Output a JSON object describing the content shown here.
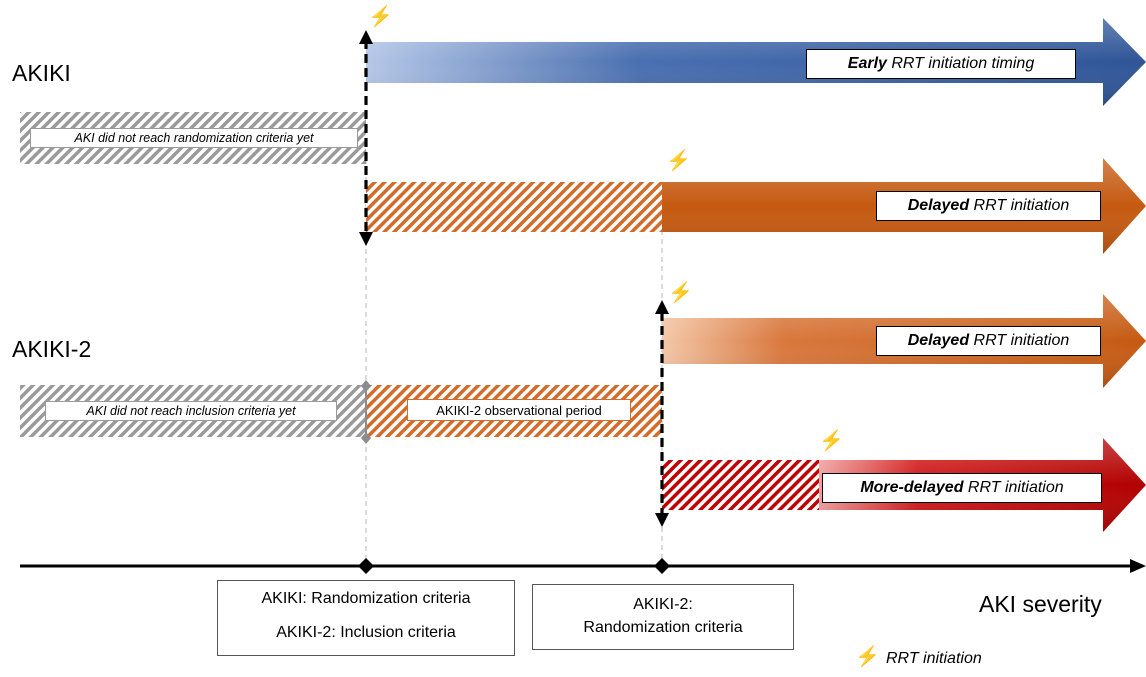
{
  "rows": {
    "akiki": "AKIKI",
    "akiki2": "AKIKI-2"
  },
  "arrows": {
    "early": {
      "bold": "Early",
      "rest": " RRT initiation timing",
      "color": "#2f5597"
    },
    "delayed1": {
      "bold": "Delayed",
      "rest": " RRT initiation",
      "color": "#c55a11"
    },
    "delayed2": {
      "bold": "Delayed",
      "rest": " RRT initiation",
      "color": "#c55a11"
    },
    "more_delayed": {
      "bold": "More-delayed",
      "rest": " RRT initiation",
      "color": "#c00000"
    }
  },
  "gray_boxes": {
    "akiki": "AKI did not reach randomization criteria yet",
    "akiki2": "AKI did not reach inclusion criteria yet"
  },
  "observational": "AKIKI-2 observational period",
  "criteria": {
    "box1_line1": "AKIKI: Randomization criteria",
    "box1_line2": "AKIKI-2: Inclusion criteria",
    "box2_line1": "AKIKI-2:",
    "box2_line2": "Randomization criteria"
  },
  "axis_label": "AKI severity",
  "legend": {
    "icon": "lightning-bolt-icon",
    "text": "RRT initiation"
  },
  "bolt_glyph": "⚡"
}
